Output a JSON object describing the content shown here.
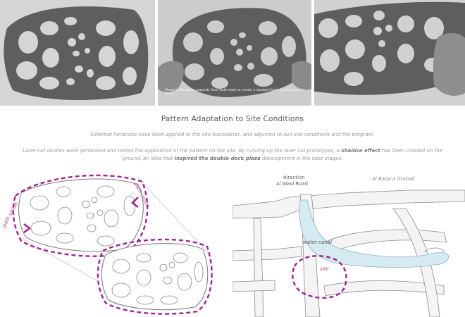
{
  "photos": [
    {
      "caption": ""
    },
    {
      "caption": "Shaping the plaza upwards from both ends to create a shaded Oasis on the ground level"
    },
    {
      "caption": ""
    }
  ],
  "section": {
    "title": "Pattern Adaptation to Site Conditions",
    "paragraph_1": "Selected iterations have been applied to the site boundaries, and adjusted to suit site conditions and the program.",
    "paragraph_2_a": "Laser-cut studies were generated and tested the application of the pattern on the site. By curving up the laser cut prototypes, a ",
    "paragraph_2_b": "shadow effect",
    "paragraph_2_c": " has been created on the ground; an idea that ",
    "paragraph_2_d": "inspired the double-deck plaza",
    "paragraph_2_e": " development in the later stages."
  },
  "pattern_diagram": {
    "label_left": "path inside",
    "label_right": "path inside"
  },
  "site_map": {
    "direction_label": "direction",
    "road_label": "Al Wasl Road",
    "district_label": "Al Bada'a (Dubai)",
    "canal_label": "water canal",
    "site_label": "site"
  },
  "colors": {
    "accent_magenta": "#a3238e",
    "water": "#d6eaf2",
    "road": "#f2f2f2",
    "photo_board": "#5e5e5e"
  }
}
